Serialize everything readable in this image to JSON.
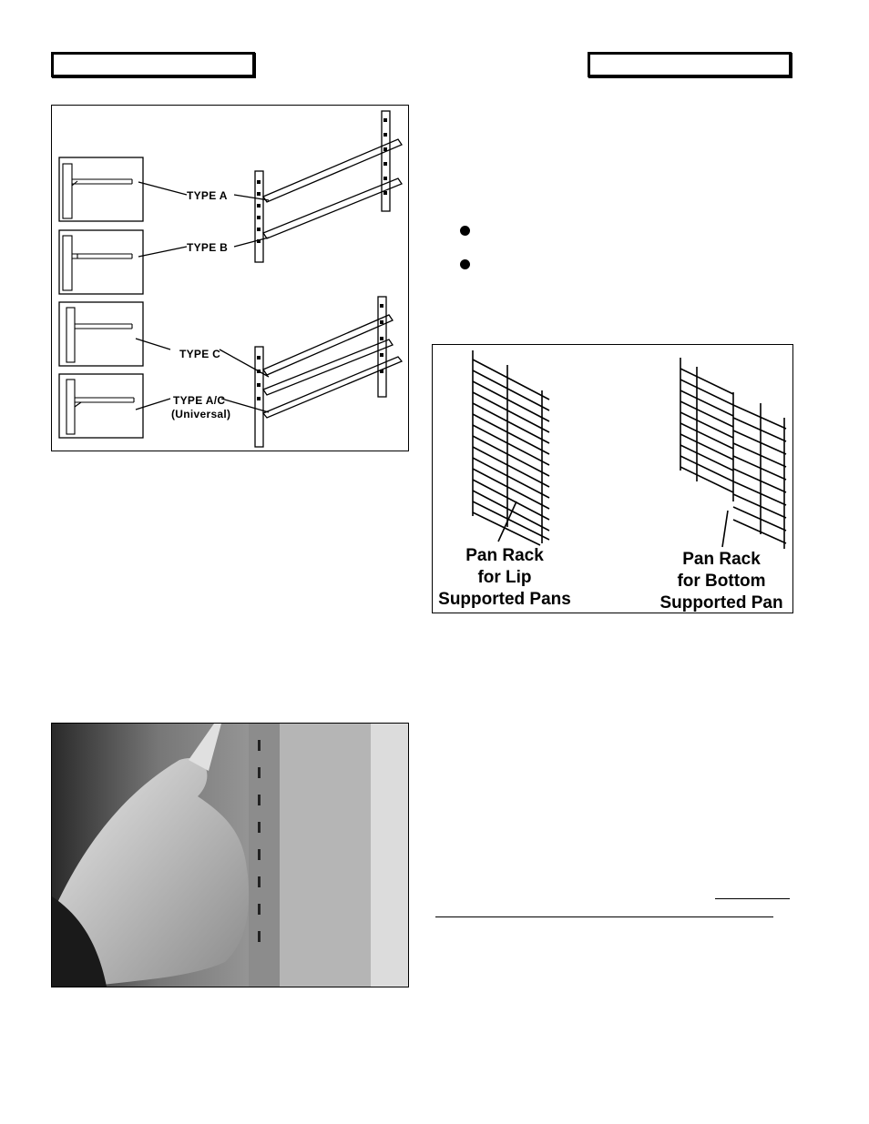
{
  "header": {
    "left_box_text": "",
    "right_box_text": ""
  },
  "figure_types": {
    "labels": {
      "type_a": "TYPE  A",
      "type_b": "TYPE  B",
      "type_c": "TYPE  C",
      "type_ac": "TYPE A/C",
      "type_ac_note": "(Universal)"
    }
  },
  "bullets": [
    {
      "text": ""
    },
    {
      "text": ""
    }
  ],
  "figure_pan_racks": {
    "lip_caption": [
      "Pan Rack",
      "for Lip",
      "Supported Pans"
    ],
    "bottom_caption": [
      "Pan Rack",
      "for Bottom",
      "Supported Pan"
    ]
  }
}
